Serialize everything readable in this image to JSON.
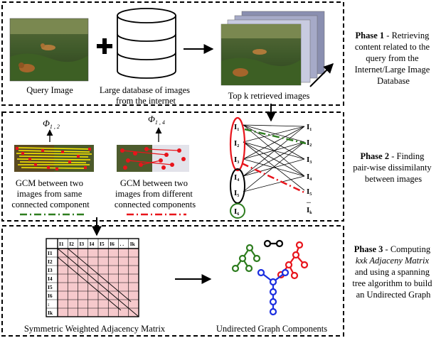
{
  "phase1": {
    "title": "Phase 1",
    "desc_lines": [
      " - Retrieving",
      "content related to the",
      "query from the",
      "Internet/Large Image",
      "Database"
    ],
    "query_label": "Query Image",
    "db_label_lines": [
      "Large database of images",
      "from the internet"
    ],
    "topk_label": "Top k retrieved images"
  },
  "phase2": {
    "title": "Phase 2",
    "desc_lines": [
      " - Finding",
      "pair-wise dissimilanty",
      "between images"
    ],
    "phi_left": "Φ",
    "phi_left_sub": "1 , 2",
    "phi_right": "Φ",
    "phi_right_sub": "1 , 4",
    "gcm_same_lines": [
      "GCM between two",
      "images from same",
      "connected component"
    ],
    "gcm_diff_lines": [
      "GCM between two",
      "images from different",
      "connected components"
    ],
    "left_nodes": [
      {
        "label": "I",
        "sub": "1"
      },
      {
        "label": "I",
        "sub": "2"
      },
      {
        "label": "I",
        "sub": "3"
      },
      {
        "label": "I",
        "sub": "4"
      },
      {
        "label": "I",
        "sub": "5"
      },
      {
        "label": "I",
        "sub": "6"
      }
    ],
    "right_nodes": [
      {
        "label": "I",
        "sub": "1"
      },
      {
        "label": "I",
        "sub": "2"
      },
      {
        "label": "I",
        "sub": "3"
      },
      {
        "label": "I",
        "sub": "4"
      },
      {
        "label": "I",
        "sub": "5"
      },
      {
        "label": "...",
        "sub": ""
      },
      {
        "label": "I",
        "sub": "k"
      }
    ]
  },
  "phase3": {
    "title": "Phase 3",
    "desc_lines": [
      " - Computing",
      "kxk Adjaceny Matrix",
      "and using a spanning",
      "tree algorithm to build",
      "an Undirected Graph"
    ],
    "matrix_label": "Symmetric Weighted Adjacency Matrix",
    "graph_label": "Undirected Graph Components",
    "matrix_col_headers": [
      "I1",
      "I2",
      "I3",
      "I4",
      "I5",
      "I6",
      ". .",
      "Ik"
    ],
    "matrix_row_headers": [
      "I1",
      "I2",
      "I3",
      "I4",
      "I5",
      "I6",
      ":",
      "Ik"
    ]
  },
  "colors": {
    "red": "#e8141b",
    "green": "#2e7d1f",
    "blue": "#1a2ee0",
    "yellow": "#ffee00",
    "matrix_fill": "#f6c9cc"
  }
}
